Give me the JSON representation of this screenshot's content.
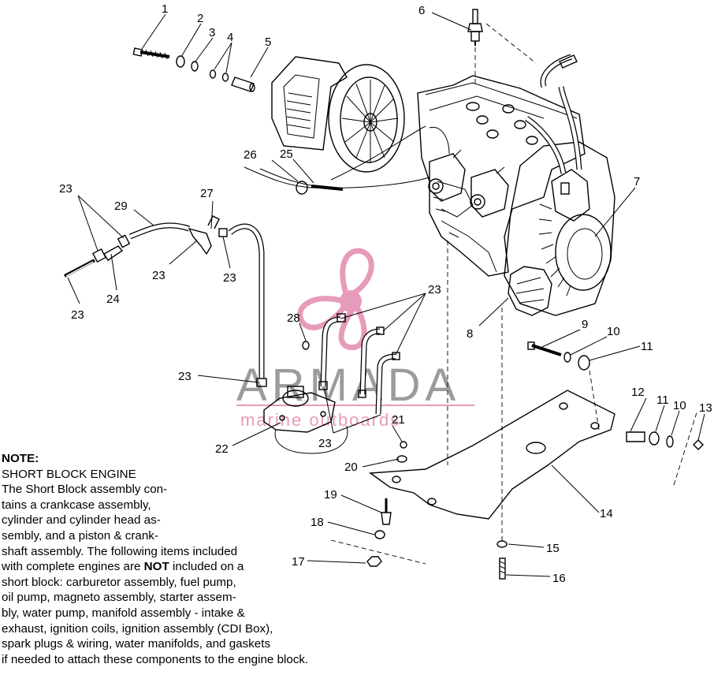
{
  "callouts": [
    {
      "id": "c1",
      "label": "1"
    },
    {
      "id": "c2",
      "label": "2"
    },
    {
      "id": "c3",
      "label": "3"
    },
    {
      "id": "c4",
      "label": "4"
    },
    {
      "id": "c5",
      "label": "5"
    },
    {
      "id": "c6",
      "label": "6"
    },
    {
      "id": "c7",
      "label": "7"
    },
    {
      "id": "c8",
      "label": "8"
    },
    {
      "id": "c9",
      "label": "9"
    },
    {
      "id": "c10a",
      "label": "10"
    },
    {
      "id": "c11a",
      "label": "11"
    },
    {
      "id": "c12",
      "label": "12"
    },
    {
      "id": "c11b",
      "label": "11"
    },
    {
      "id": "c10b",
      "label": "10"
    },
    {
      "id": "c13",
      "label": "13"
    },
    {
      "id": "c14",
      "label": "14"
    },
    {
      "id": "c15",
      "label": "15"
    },
    {
      "id": "c16",
      "label": "16"
    },
    {
      "id": "c17",
      "label": "17"
    },
    {
      "id": "c18",
      "label": "18"
    },
    {
      "id": "c19",
      "label": "19"
    },
    {
      "id": "c20",
      "label": "20"
    },
    {
      "id": "c21",
      "label": "21"
    },
    {
      "id": "c22",
      "label": "22"
    },
    {
      "id": "c23a",
      "label": "23"
    },
    {
      "id": "c23b",
      "label": "23"
    },
    {
      "id": "c23c",
      "label": "23"
    },
    {
      "id": "c23d",
      "label": "23"
    },
    {
      "id": "c23e",
      "label": "23"
    },
    {
      "id": "c23f",
      "label": "23"
    },
    {
      "id": "c23g",
      "label": "23"
    },
    {
      "id": "c24",
      "label": "24"
    },
    {
      "id": "c25",
      "label": "25"
    },
    {
      "id": "c26",
      "label": "26"
    },
    {
      "id": "c27",
      "label": "27"
    },
    {
      "id": "c28",
      "label": "28"
    },
    {
      "id": "c29",
      "label": "29"
    }
  ],
  "watermark": {
    "title": "ARMADA",
    "subtitle": "marine outboards",
    "logo_color": "#e38ab0",
    "title_color": "#8a8a8a"
  },
  "note": {
    "title": "NOTE:",
    "heading": "SHORT BLOCK ENGINE",
    "line1": "The Short Block assembly con-",
    "line2": "tains a crankcase assembly,",
    "line3": "cylinder and cylinder head as-",
    "line4": "sembly, and a piston & crank-",
    "line5": "shaft assembly.  The following items included",
    "line6_pre": "with complete engines are ",
    "line6_bold": "NOT",
    "line6_post": " included on a",
    "line7": "short block: carburetor assembly, fuel pump,",
    "line8": "oil pump, magneto assembly, starter assem-",
    "line9": "bly, water pump, manifold assembly - intake &",
    "line10": "exhaust, ignition coils, ignition assembly (CDI Box),",
    "line11": "spark plugs & wiring, water manifolds, and gaskets",
    "line12": "if needed to attach these components to the engine block."
  }
}
